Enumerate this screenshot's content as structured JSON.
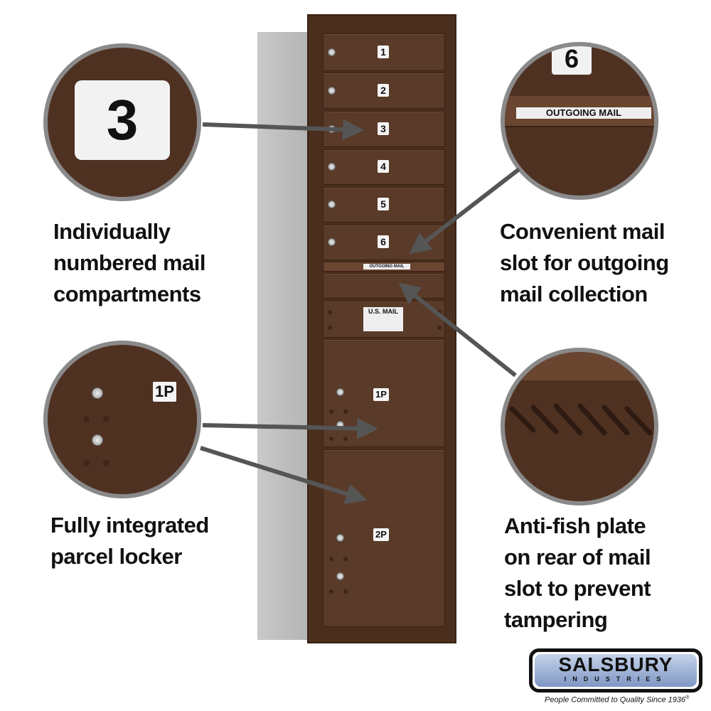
{
  "compartments": [
    "1",
    "2",
    "3",
    "4",
    "5",
    "6"
  ],
  "parcel_lockers": [
    "1P",
    "2P"
  ],
  "outgoing_label": "OUTGOING MAIL",
  "usmail_label": "U.S. MAIL",
  "callouts": {
    "top_left": {
      "badge": "3",
      "text": [
        "Individually",
        "numbered mail",
        "compartments"
      ]
    },
    "top_right": {
      "badge": "6",
      "label": "OUTGOING MAIL",
      "text": [
        "Convenient mail",
        "slot for outgoing",
        "mail collection"
      ]
    },
    "bottom_left": {
      "badge": "1P",
      "text": [
        "Fully integrated",
        "parcel locker"
      ]
    },
    "bottom_right": {
      "text": [
        "Anti-fish plate",
        "on rear of mail",
        "slot to prevent",
        "tampering"
      ]
    }
  },
  "logo": {
    "name": "SALSBURY",
    "sub": "INDUSTRIES",
    "tagline": "People Committed to Quality Since 1936",
    "reg": "®"
  },
  "colors": {
    "bronze": "#5a3a28",
    "arrow": "#555555"
  }
}
